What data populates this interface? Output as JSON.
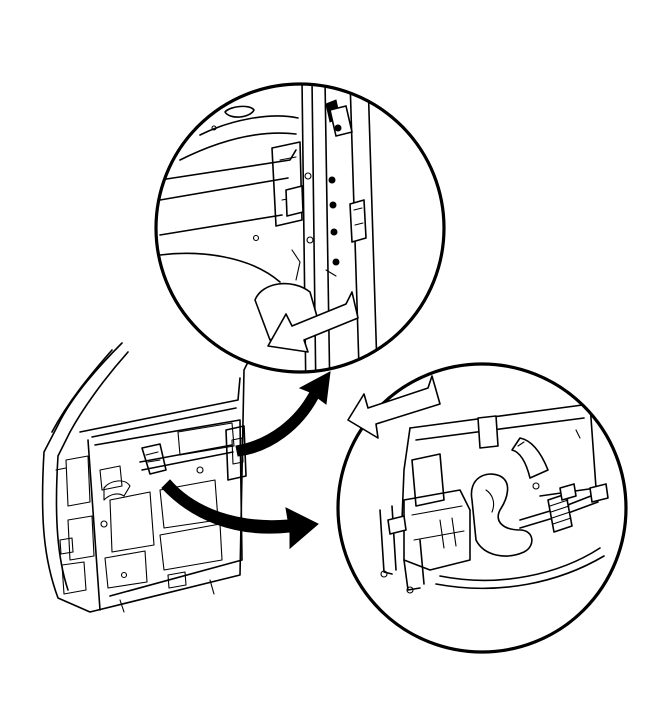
{
  "diagram": {
    "palette": {
      "line": "#000000",
      "background": "#ffffff"
    },
    "parts": [
      {
        "id": "door",
        "icon": "door-panel-icon"
      },
      {
        "id": "upper-detail",
        "icon": "magnify-circle-icon"
      },
      {
        "id": "lower-detail",
        "icon": "magnify-circle-icon"
      },
      {
        "id": "upper-callout",
        "icon": "curved-arrow-icon"
      },
      {
        "id": "lower-callout",
        "icon": "curved-arrow-icon"
      },
      {
        "id": "upper-direction",
        "icon": "direction-arrow-icon"
      },
      {
        "id": "lower-direction",
        "icon": "direction-arrow-icon"
      }
    ]
  }
}
